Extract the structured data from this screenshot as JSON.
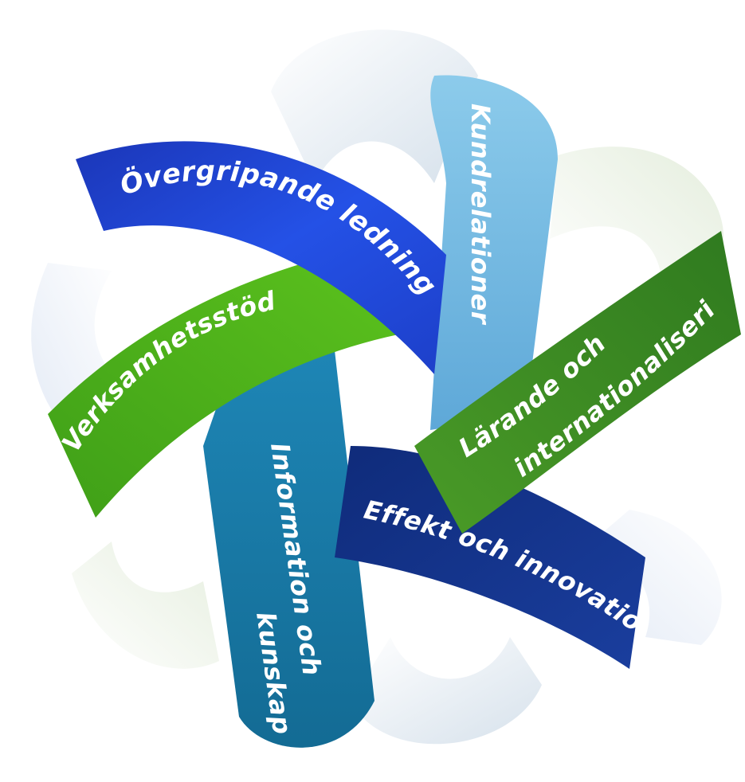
{
  "ribbons": [
    {
      "id": "overgripande",
      "label": "Övergripande ledning",
      "color": "#1f3fcf"
    },
    {
      "id": "kundrelationer",
      "label": "Kundrelationer",
      "color": "#6fb6e0"
    },
    {
      "id": "verksamhetsstod",
      "label": "Verksamhetsstöd",
      "color": "#4fb51b"
    },
    {
      "id": "larande",
      "label_line1": "Lärande och",
      "label_line2": "internationalisering",
      "color": "#3c8e25"
    },
    {
      "id": "information",
      "label_line1": "Information och",
      "label_line2": "kunskap",
      "color": "#1a78a6"
    },
    {
      "id": "effekt",
      "label": "Effekt och innovation",
      "color": "#102c7e"
    }
  ]
}
